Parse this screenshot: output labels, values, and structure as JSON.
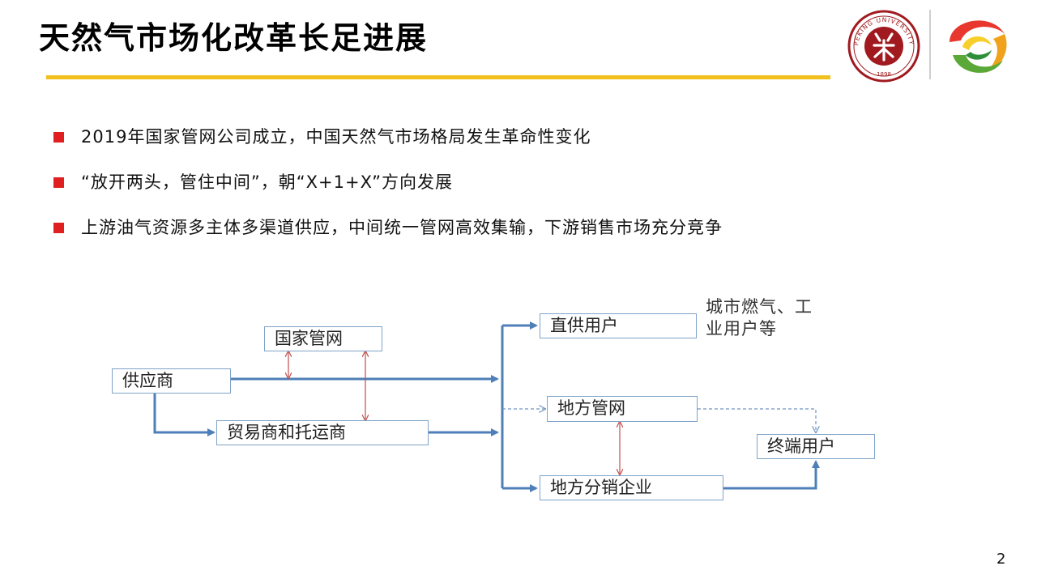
{
  "slide": {
    "title": "天然气市场化改革长足进展",
    "page_number": "2",
    "accent_color": "#f2c01d",
    "bullet_color": "#e02020"
  },
  "logos": {
    "seal_text": "PEKING UNIVERSITY",
    "seal_year": "1898",
    "seal_color": "#a01a1f"
  },
  "bullets": [
    "2019年国家管网公司成立，中国天然气市场格局发生革命性变化",
    "“放开两头，管住中间”，朝“X+1+X”方向发展",
    "上游油气资源多主体多渠道供应，中间统一管网高效集输，下游销售市场充分竞争"
  ],
  "diagram": {
    "nodes": {
      "supplier": "供应商",
      "national_pipeline": "国家管网",
      "trader_shipper": "贸易商和托运商",
      "direct_user": "直供用户",
      "local_pipeline": "地方管网",
      "local_distributor": "地方分销企业",
      "end_user": "终端用户"
    },
    "direct_user_note": [
      "城市燃气、工",
      "业用户等"
    ],
    "colors": {
      "flow_arrow": "#4f7fb8",
      "relation_arrow": "#c0504d",
      "box_border": "#7fa3c8"
    }
  }
}
